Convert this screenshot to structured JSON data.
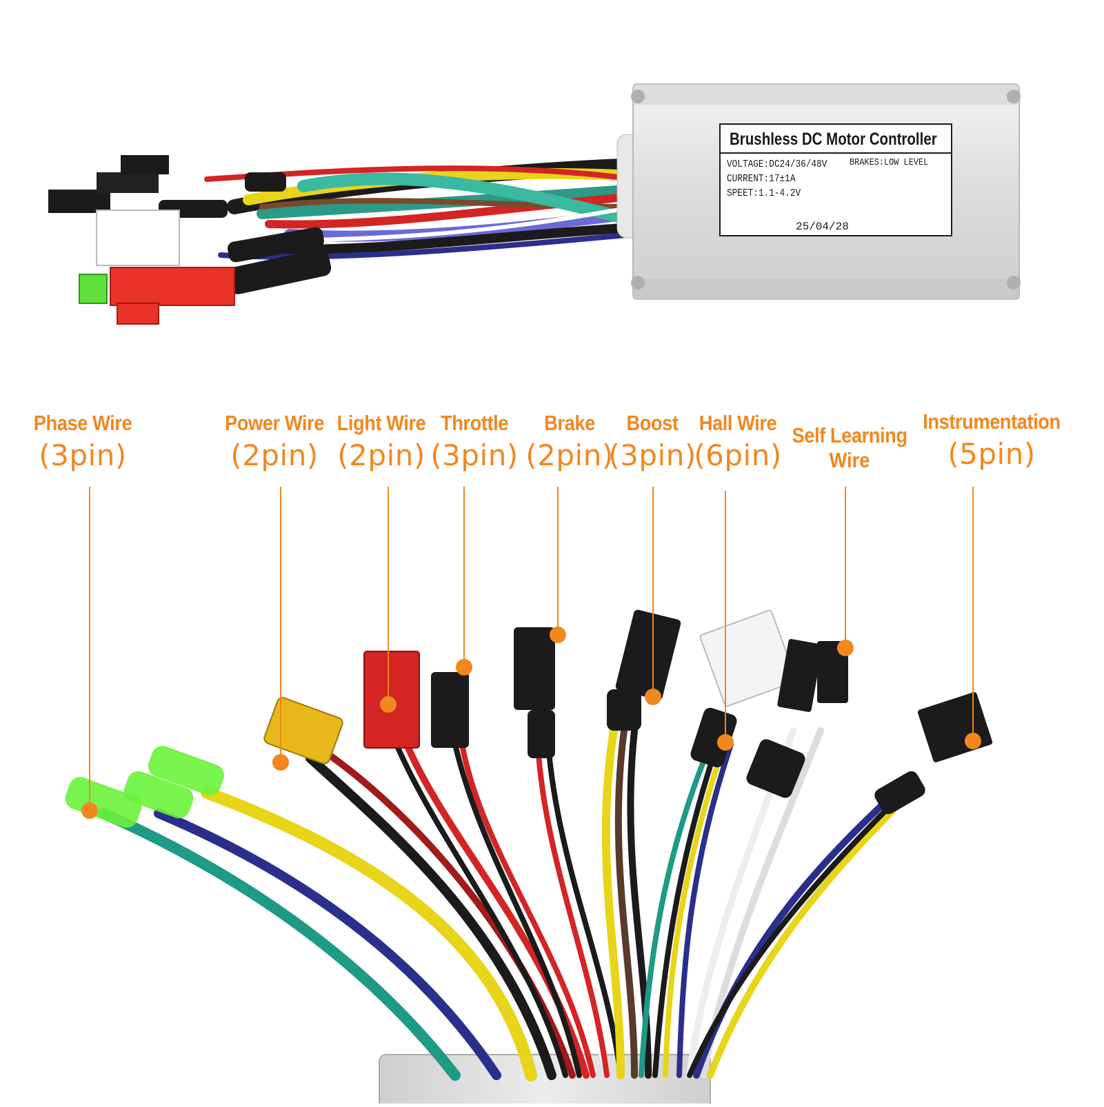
{
  "controller": {
    "title": "Brushless DC Motor Controller",
    "voltage": "VOLTAGE:DC24/36/48V",
    "brakes": "BRAKES:LOW LEVEL",
    "current": "CURRENT:17±1A",
    "speet": "SPEET:1.1-4.2V",
    "date": "25/04/28"
  },
  "callouts": [
    {
      "id": "phase",
      "name": "Phase Wire",
      "pins": "(3pin)"
    },
    {
      "id": "power",
      "name": "Power Wire",
      "pins": "(2pin)"
    },
    {
      "id": "light",
      "name": "Light Wire",
      "pins": "(2pin)"
    },
    {
      "id": "throttle",
      "name": "Throttle",
      "pins": "(3pin)"
    },
    {
      "id": "brake",
      "name": "Brake",
      "pins": "(2pin)"
    },
    {
      "id": "boost",
      "name": "Boost",
      "pins": "(3pin)"
    },
    {
      "id": "hall",
      "name": "Hall Wire",
      "pins": "(6pin)"
    },
    {
      "id": "selflearning",
      "name": "Self Learning",
      "name2": "Wire"
    },
    {
      "id": "instrumentation",
      "name": "Instrumentation",
      "pins": "(5pin)"
    }
  ],
  "colors": {
    "accent": "#f2871e",
    "wire_yellow": "#e8d419",
    "wire_blue": "#2b2f8c",
    "wire_green": "#1e9a86",
    "wire_red": "#d42424",
    "wire_black": "#1b1b1b",
    "connector_green": "#6af23a",
    "connector_red": "#e8322a",
    "connector_yellow": "#e8b81a"
  }
}
